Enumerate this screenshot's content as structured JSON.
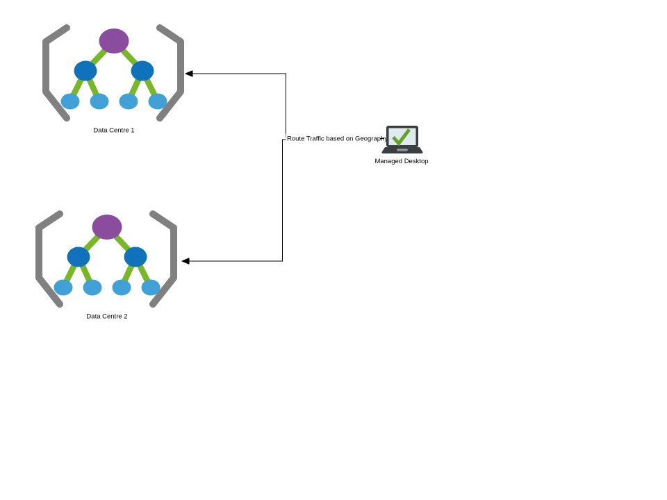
{
  "diagram": {
    "nodes": {
      "data_centre_1": {
        "label": "Data Centre 1",
        "icon": "data-centre-tree-bracket-icon"
      },
      "data_centre_2": {
        "label": "Data Centre 2",
        "icon": "data-centre-tree-bracket-icon"
      },
      "managed_desktop": {
        "label": "Managed Desktop",
        "icon": "laptop-checkmark-icon"
      }
    },
    "connector": {
      "label": "Route Traffic based on Geography"
    },
    "colors": {
      "canvas_background": "#ffffff",
      "bracket_gray": "#808080",
      "root_node_purple": "#8a4d9e",
      "branch_node_blue": "#1072ba",
      "leaf_node_blue": "#41a0d6",
      "tree_edge_green": "#77b728",
      "laptop_body_dark": "#3a3e41",
      "laptop_screen_light": "#dfeaf0",
      "checkmark_green": "#63a425",
      "connector_line_black": "#000000",
      "label_text_black": "#000000"
    }
  }
}
